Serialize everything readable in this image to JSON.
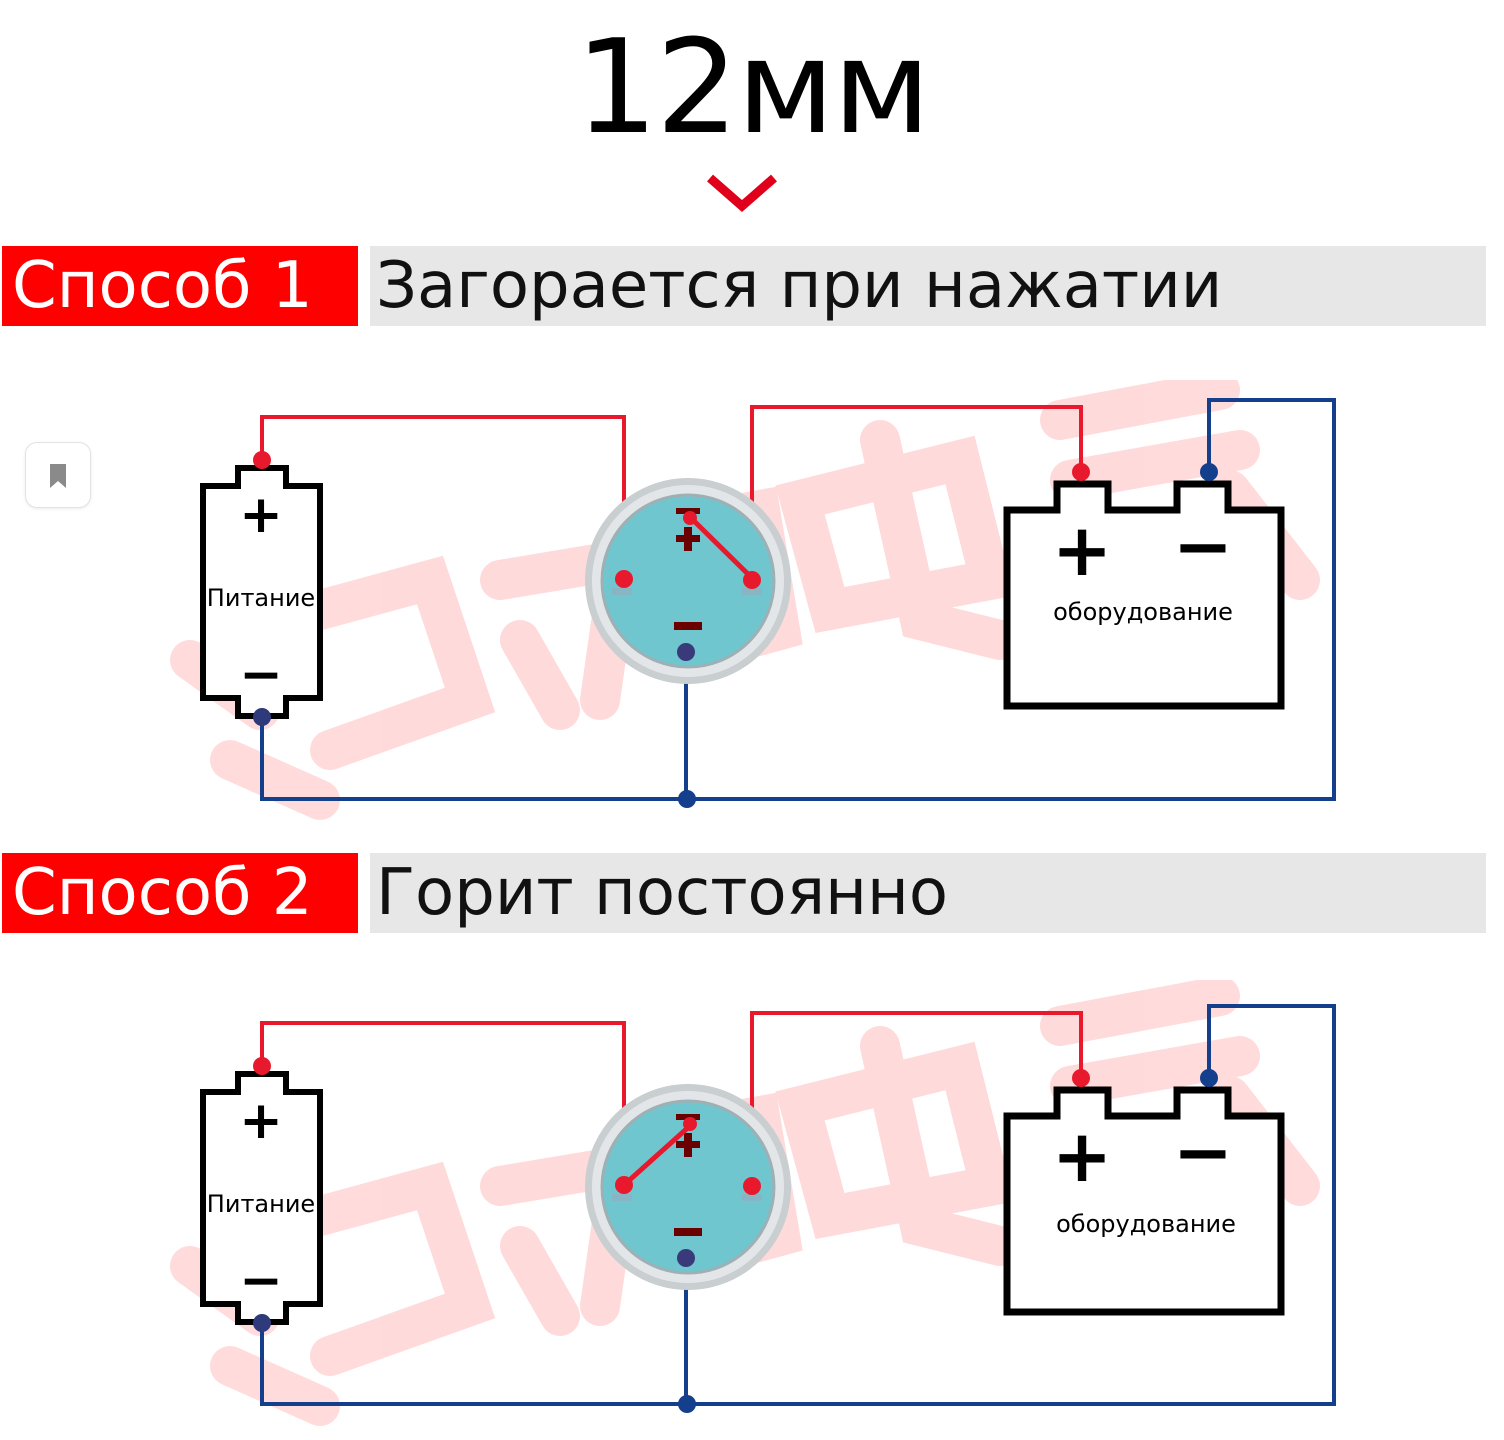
{
  "title": "12мм",
  "colors": {
    "accent_red": "#ff0000",
    "wire_red": "#e8192c",
    "wire_blue": "#143f8c",
    "header_gray": "#e6e7e6",
    "button_face": "#6fc6cf"
  },
  "icons": {
    "chevron": "chevron-down-icon",
    "bookmark": "bookmark-icon"
  },
  "sections": [
    {
      "tag": "Способ 1",
      "description": "Загорается при нажатии",
      "power_label": "Питание",
      "device_label": "оборудование",
      "plus": "+",
      "minus": "−",
      "lamp_wiring": "only-when-pressed"
    },
    {
      "tag": "Способ 2",
      "description": "Горит постоянно",
      "power_label": "Питание",
      "device_label": "оборудование",
      "plus": "+",
      "minus": "−",
      "lamp_wiring": "always-on"
    }
  ]
}
